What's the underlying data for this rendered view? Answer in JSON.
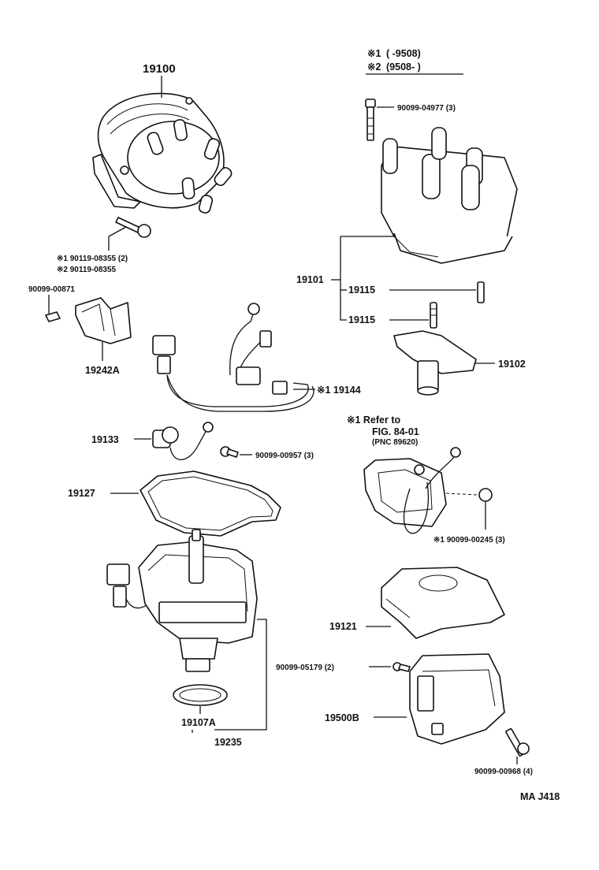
{
  "header": {
    "note1_mark": "※1",
    "note1_range": "(      -9508)",
    "note2_mark": "※2",
    "note2_range": "(9508-       )"
  },
  "parts": {
    "p19100": "19100",
    "p19101": "19101",
    "p19115a": "19115",
    "p19115b": "19115",
    "p19102": "19102",
    "p19242A": "19242A",
    "p19144": "※1 19144",
    "p19133": "19133",
    "p19127": "19127",
    "p19121": "19121",
    "p19500B": "19500B",
    "p19107A": "19107A",
    "p19235": "19235"
  },
  "bolts": {
    "b_04977": "90099-04977 (3)",
    "b_08355a": "※1 90119-08355 (2)",
    "b_08355b": "※2 90119-08355",
    "b_00871": "90099-00871",
    "b_00957": "90099-00957 (3)",
    "b_00245": "※1 90099-00245 (3)",
    "b_05179": "90099-05179 (2)",
    "b_00968": "90099-00968 (4)"
  },
  "reference": {
    "line1": "※1 Refer to",
    "line2": "FIG. 84-01",
    "line3": "(PNC 89620)"
  },
  "footer": {
    "code": "MA  J418"
  }
}
